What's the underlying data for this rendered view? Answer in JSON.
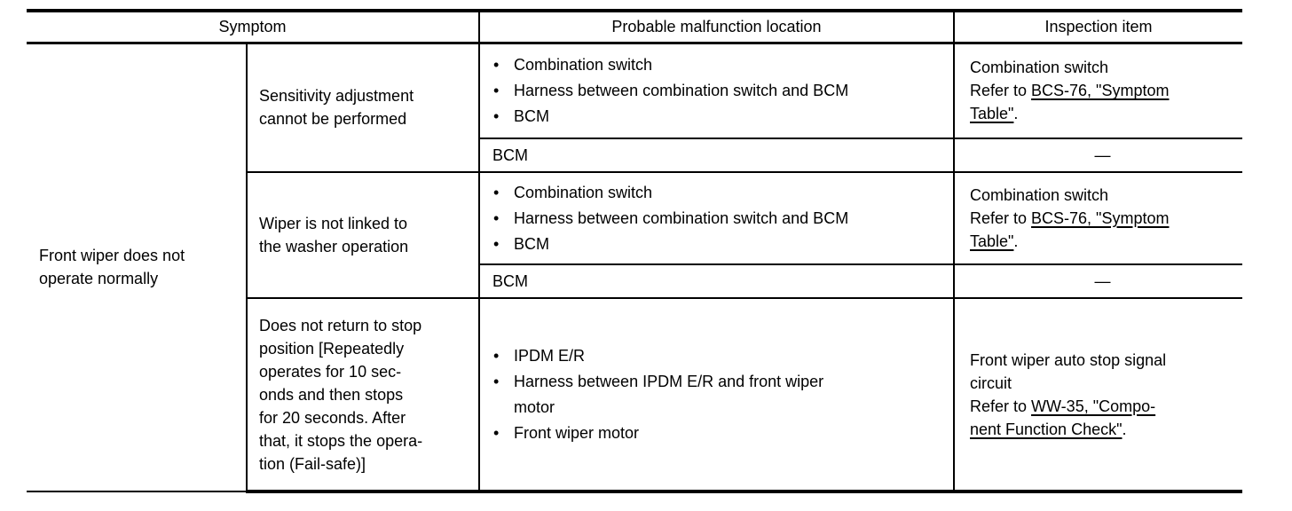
{
  "colors": {
    "text": "#000000",
    "background": "#ffffff",
    "border": "#000000"
  },
  "icons": {
    "bullet": "•"
  },
  "table": {
    "headers": {
      "symptom": "Symptom",
      "malfunction_location": "Probable malfunction location",
      "inspection_item": "Inspection item"
    },
    "symptom_group": "Front wiper does not\noperate normally",
    "rows": [
      {
        "symptom": "Sensitivity adjustment\ncannot be performed",
        "locations": [
          "Combination switch",
          "Harness between combination switch and BCM",
          "BCM"
        ],
        "inspection": {
          "title": "Combination switch\n",
          "refer_prefix": "Refer to ",
          "link_text": "BCS-76, \"Symptom\nTable\"",
          "suffix": "."
        },
        "sub_location": "BCM",
        "sub_inspection": "—"
      },
      {
        "symptom": "Wiper is not linked to\nthe washer operation",
        "locations": [
          "Combination switch",
          "Harness between combination switch and BCM",
          "BCM"
        ],
        "inspection": {
          "title": "Combination switch\n",
          "refer_prefix": "Refer to ",
          "link_text": "BCS-76, \"Symptom\nTable\"",
          "suffix": "."
        },
        "sub_location": "BCM",
        "sub_inspection": "—"
      },
      {
        "symptom": "Does not return to stop\nposition [Repeatedly\noperates for 10 sec-\nonds and then stops\nfor 20 seconds. After\nthat, it stops the opera-\ntion (Fail-safe)]",
        "locations": [
          "IPDM E/R",
          "Harness between IPDM E/R and front wiper\nmotor",
          "Front wiper motor"
        ],
        "inspection": {
          "title": "Front wiper auto stop signal\ncircuit\n",
          "refer_prefix": "Refer to ",
          "link_text": "WW-35, \"Compo-\nnent Function Check\"",
          "suffix": "."
        }
      }
    ]
  }
}
